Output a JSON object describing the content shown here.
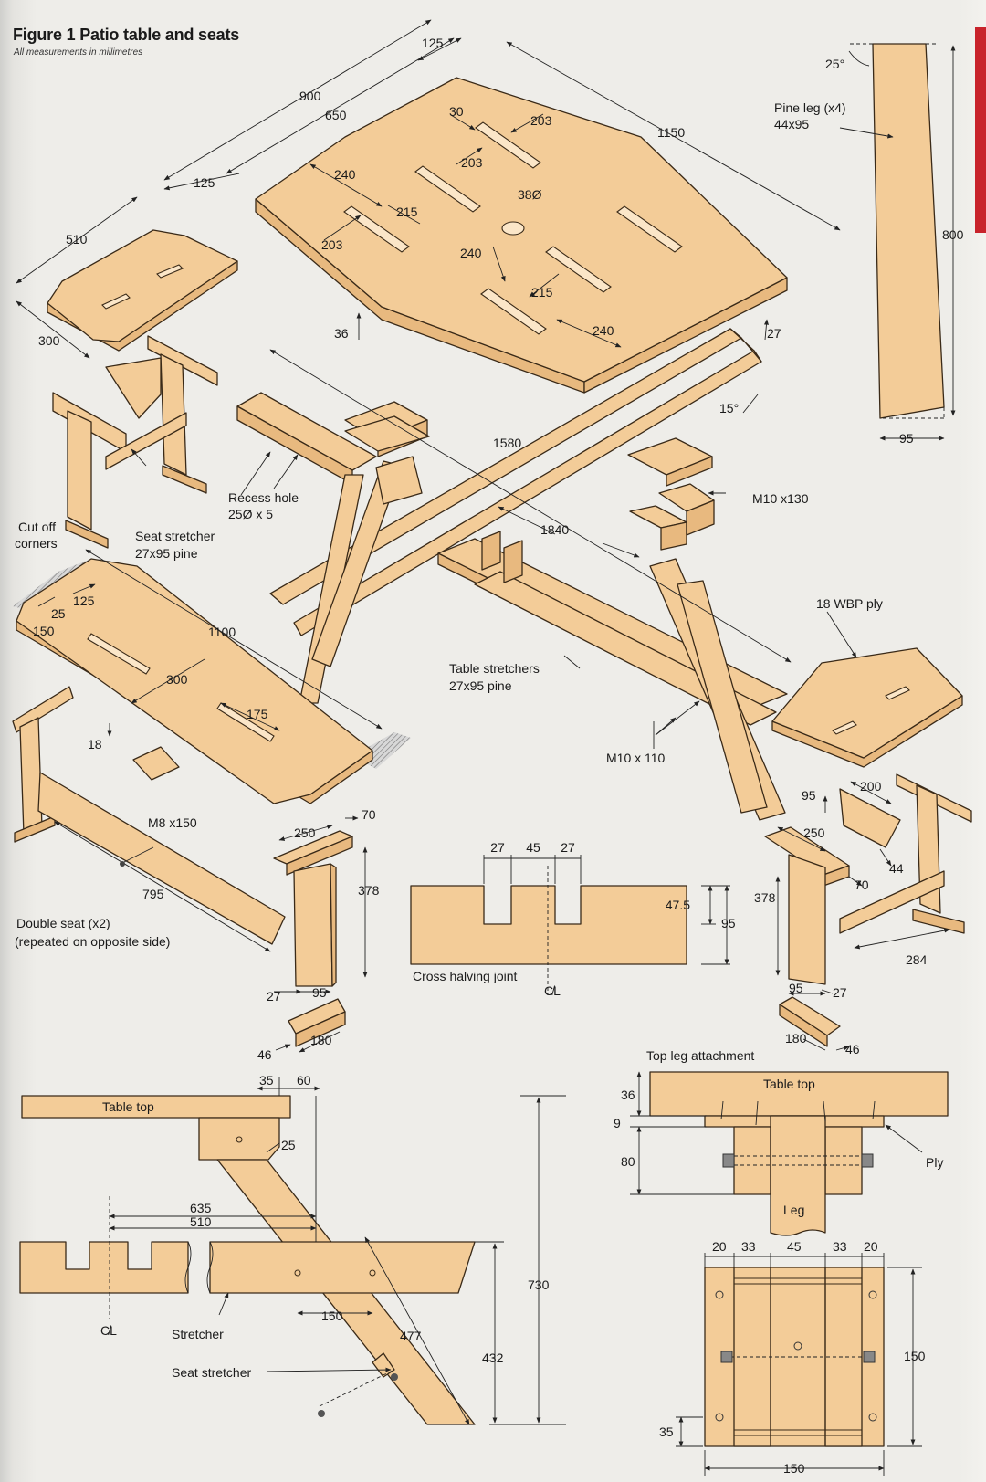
{
  "figure": {
    "title": "Figure 1 Patio table and seats",
    "subtitle": "All measurements in millimetres"
  },
  "colors": {
    "wood": "#f3cc98",
    "wood_shade": "#e8b97f",
    "outline": "#3a2a18",
    "accent_tab": "#c8232b",
    "background": "#eeede9"
  },
  "labels": {
    "pine_leg": "Pine leg (x4)",
    "pine_leg_size": "44x95",
    "recess_hole": "Recess hole",
    "recess_hole_size": "25Ø x 5",
    "seat_stretcher": "Seat stretcher",
    "seat_stretcher_size": "27x95 pine",
    "cut_off": "Cut off",
    "corners": "corners",
    "bolt_m10_130": "M10 x130",
    "ply": "18 WBP ply",
    "table_stretchers": "Table stretchers",
    "table_stretchers_size": "27x95 pine",
    "bolt_m10_110": "M10 x 110",
    "bolt_m8_150": "M8 x150",
    "double_seat": "Double seat (x2)",
    "double_seat_note": "(repeated on opposite side)",
    "cross_halving": "Cross halving joint",
    "centre_line": "C̸L",
    "top_leg_attachment": "Top leg attachment",
    "table_top": "Table top",
    "table_top_2": "Table top",
    "ply_label": "Ply",
    "leg": "Leg",
    "stretcher": "Stretcher",
    "seat_stretcher_2": "Seat stretcher",
    "centre_line_2": "C̸L"
  },
  "dimensions": {
    "d125a": "125",
    "d900": "900",
    "d650": "650",
    "d125b": "125",
    "d1150": "1150",
    "d30": "30",
    "d203a": "203",
    "d203b": "203",
    "d240a": "240",
    "d215a": "215",
    "d38": "38Ø",
    "d203c": "203",
    "d240b": "240",
    "d215b": "215",
    "d240c": "240",
    "d36a": "36",
    "d25deg": "25°",
    "d800": "800",
    "d95a": "95",
    "d510a": "510",
    "d300a": "300",
    "d27a": "27",
    "d15deg": "15°",
    "d1580": "1580",
    "d1840": "1840",
    "d125c": "125",
    "d25a": "25",
    "d150a": "150",
    "d1100": "1100",
    "d300b": "300",
    "d175": "175",
    "d18": "18",
    "d795": "795",
    "d70a": "70",
    "d250a": "250",
    "d378a": "378",
    "d27b": "27",
    "d95b": "95",
    "d46a": "46",
    "d180a": "180",
    "d27c": "27",
    "d45a": "45",
    "d27d": "27",
    "d47_5": "47.5",
    "d95c": "95",
    "d95d": "95",
    "d200": "200",
    "d250b": "250",
    "d70b": "70",
    "d44": "44",
    "d378b": "378",
    "d284": "284",
    "d95e": "95",
    "d27e": "27",
    "d180b": "180",
    "d46b": "46",
    "d35a": "35",
    "d60": "60",
    "d25b": "25",
    "d635": "635",
    "d510b": "510",
    "d150b": "150",
    "d477": "477",
    "d730": "730",
    "d432": "432",
    "d36b": "36",
    "d9": "9",
    "d80": "80",
    "d20a": "20",
    "d33a": "33",
    "d45b": "45",
    "d33b": "33",
    "d20b": "20",
    "d150c": "150",
    "d35b": "35",
    "d150d": "150"
  }
}
